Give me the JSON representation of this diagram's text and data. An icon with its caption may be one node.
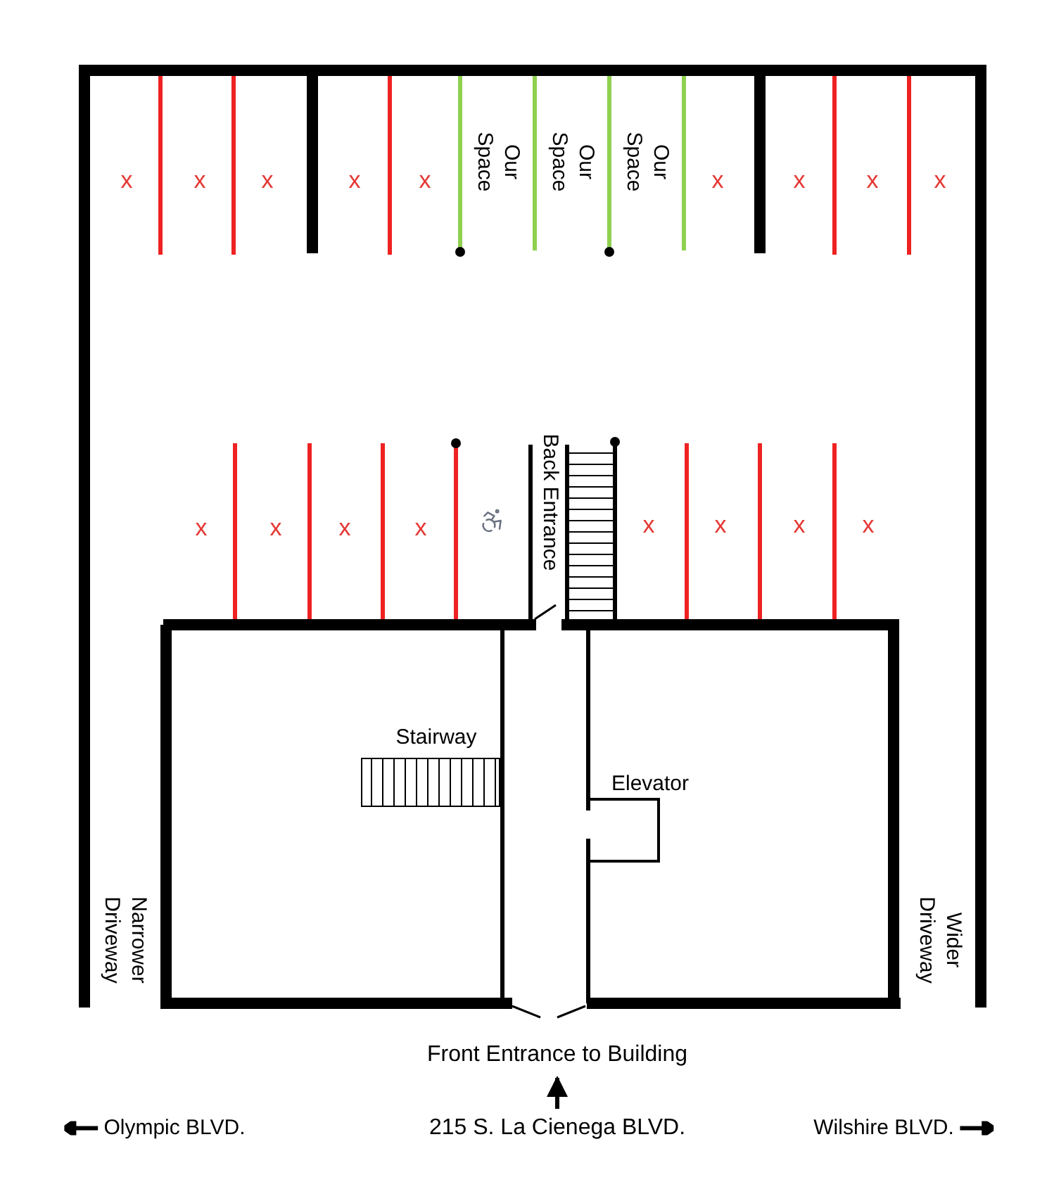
{
  "diagram": {
    "nodes": [
      {
        "text": [
          "Front Entrance to Building"
        ]
      },
      {
        "text": [
          "215 S. La Cienega BLVD."
        ]
      }
    ],
    "edges": [
      {
        "from": 1,
        "to": 0,
        "arrow": "to"
      }
    ],
    "labels": [
      "x",
      "x",
      "x",
      "x",
      "x",
      "Our Space",
      "Our Space",
      "Our Space",
      "x",
      "x",
      "x",
      "x",
      "x",
      "x",
      "x",
      "x",
      "Back Entrance",
      "x",
      "x",
      "x",
      "x",
      "Stairway",
      "Elevator",
      "Narrower Driveway",
      "Wider Driveway",
      "Olympic BLVD.",
      "Wilshire BLVD."
    ]
  }
}
